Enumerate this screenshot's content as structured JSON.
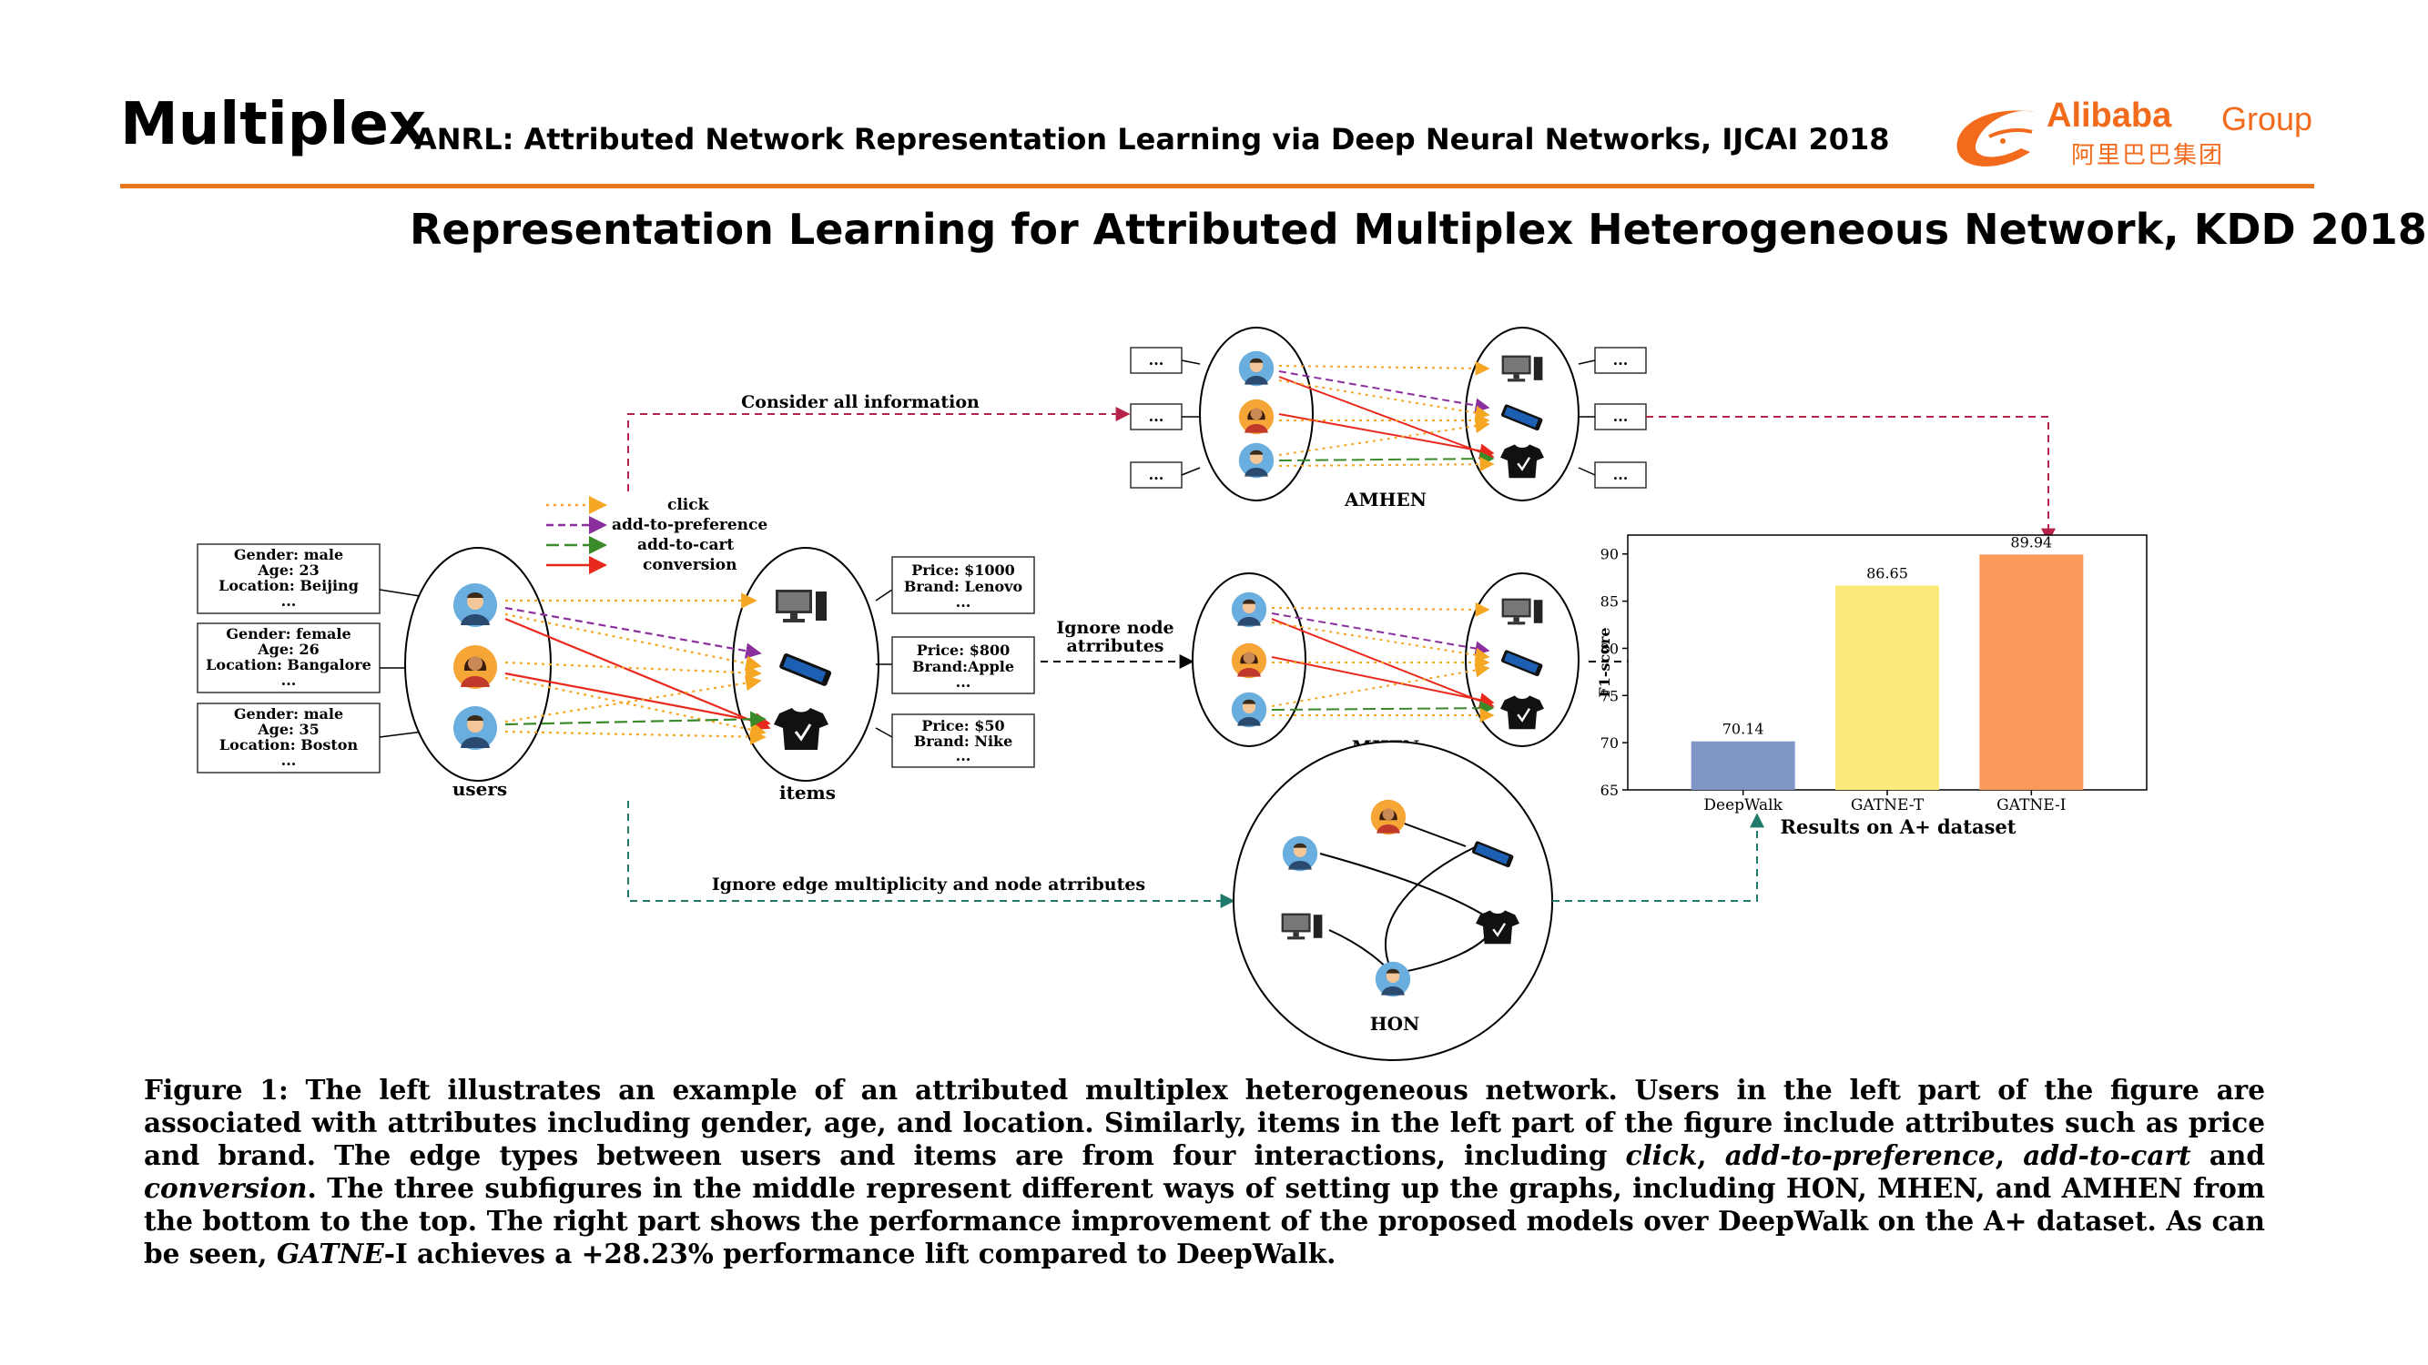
{
  "header": {
    "title": "Multiplex",
    "paper_ref": "ANRL: Attributed Network Representation Learning via Deep Neural Networks, IJCAI 2018",
    "subtitle": "Representation Learning for Attributed Multiplex Heterogeneous Network, KDD 2018",
    "accent_color": "#e8761f"
  },
  "logo": {
    "brand": "Alibaba",
    "group": "Group",
    "chinese": "阿里巴巴集团",
    "color": "#f26a1b"
  },
  "figure": {
    "legend": {
      "click": "click",
      "add_to_preference": "add-to-preference",
      "add_to_cart": "add-to-cart",
      "conversion": "conversion",
      "colors": {
        "click": "#f5a623",
        "add_to_preference": "#8b2f9e",
        "add_to_cart": "#3a8a2a",
        "conversion": "#e8291c"
      }
    },
    "users": [
      {
        "line1": "Gender: male",
        "line2": "Age: 23",
        "line3": "Location: Beijing",
        "line4": "..."
      },
      {
        "line1": "Gender: female",
        "line2": "Age: 26",
        "line3": "Location: Bangalore",
        "line4": "..."
      },
      {
        "line1": "Gender: male",
        "line2": "Age: 35",
        "line3": "Location: Boston",
        "line4": "..."
      }
    ],
    "items": [
      {
        "line1": "Price: $1000",
        "line2": "Brand: Lenovo",
        "line3": "..."
      },
      {
        "line1": "Price: $800",
        "line2": "Brand:Apple",
        "line3": "..."
      },
      {
        "line1": "Price: $50",
        "line2": "Brand: Nike",
        "line3": "..."
      }
    ],
    "labels": {
      "users": "users",
      "items": "items",
      "consider_all": "Consider all information",
      "ignore_attr_1": "Ignore node",
      "ignore_attr_2": "atrributes",
      "ignore_edge": "Ignore edge multiplicity and node atrributes",
      "amhen": "AMHEN",
      "mhen": "MHEN",
      "hon": "HON",
      "ellipsis": "..."
    }
  },
  "chart_data": {
    "type": "bar",
    "categories": [
      "DeepWalk",
      "GATNE-T",
      "GATNE-I"
    ],
    "values": [
      70.14,
      86.65,
      89.94
    ],
    "value_labels": [
      "70.14",
      "86.65",
      "89.94"
    ],
    "colors": [
      "#8096c4",
      "#fbe97a",
      "#f99a5a"
    ],
    "title": "Results on A+ dataset",
    "xlabel": "",
    "ylabel": "F1-score",
    "ylim": [
      65,
      92
    ],
    "yticks": [
      "65",
      "70",
      "75",
      "80",
      "85",
      "90"
    ],
    "grid": false
  },
  "caption": {
    "p1": "Figure 1: The left illustrates an example of an attributed multiplex heterogeneous network. Users in the left part of the figure are associated with attributes including gender, age, and location. Similarly, items in the left part of the figure include attributes such as price and brand. The edge types between users and items are from four interactions, including ",
    "click": "click",
    "sep1": ", ",
    "pref": "add-to-preference",
    "sep2": ", ",
    "cart": "add-to-cart",
    "and1": " and ",
    "conv": "conversion",
    "p2": ". The three subfigures in the middle represent different ways of setting up the graphs, including HON, MHEN, and AMHEN from the bottom to the top. The right part shows the performance improvement of the proposed models over DeepWalk on the A+ dataset. As can be seen, ",
    "gatne": "GATNE",
    "p3": "-I achieves a +28.23% performance lift compared to DeepWalk."
  }
}
